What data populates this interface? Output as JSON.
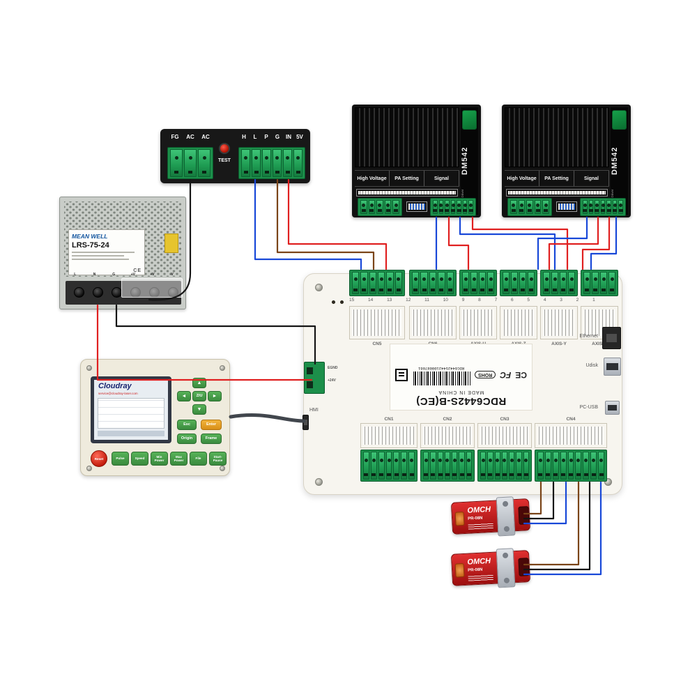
{
  "laser_psu": {
    "left_pins": [
      "FG",
      "AC",
      "AC"
    ],
    "right_pins": [
      "H",
      "L",
      "P",
      "G",
      "IN",
      "5V"
    ],
    "test_label": "TEST"
  },
  "driver": {
    "model": "DM542",
    "subtitle": "MicroStep Driver",
    "sections": [
      "High Voltage",
      "PA Setting",
      "Signal"
    ]
  },
  "psu": {
    "brand": "MEAN WELL",
    "model": "LRS-75-24",
    "ce_mark": "CE",
    "terminals": [
      "L",
      "N",
      "G",
      "+V",
      "+V",
      "-V"
    ]
  },
  "hmi": {
    "screen": {
      "brand": "Cloudray",
      "email": "service@cloudray-laser.com"
    },
    "keys": {
      "up": "▲",
      "down": "▼",
      "left": "◄",
      "right": "►",
      "zu": "Z/U",
      "esc": "Esc",
      "enter": "Enter",
      "origin": "Origin",
      "frame": "Frame",
      "reset": "Reset",
      "pulse": "Pulse",
      "speed": "Speed",
      "min_power": "Min Power",
      "max_power": "Max Power",
      "file": "File",
      "start_pause": "Start-Pause"
    }
  },
  "controller": {
    "model": "RDC6442S-B(EC)",
    "made_in": "MADE IN CHINA",
    "serial": "RDC6442S442100087061",
    "rohs": "ROHS",
    "fcc": "FC",
    "ce": "CE",
    "pin_numbers": "15 14 13 12 11 10 9 8 7 6 5 4 3 2 1",
    "top_groups": [
      "CN5",
      "CN6",
      "AXIS-U",
      "AXIS-Z",
      "AXIS-Y",
      "AXIS-X"
    ],
    "bottom_groups": [
      "CN1",
      "CN2",
      "CN3",
      "CN4"
    ],
    "power_pins": [
      "EGND",
      "+24V"
    ],
    "ports": {
      "ethernet": "Ethernet",
      "udisk": "Udisk",
      "pc_usb": "PC-USB",
      "hmi": "HMI"
    }
  },
  "sensor": {
    "brand": "OMCH",
    "model": "PR-08N"
  },
  "colors": {
    "wire_red": "#e02020",
    "wire_blue": "#1848d8",
    "wire_brown": "#7a4418",
    "wire_black": "#151515",
    "hmi_cable_gray": "#41464d",
    "terminal_green": "#22a155",
    "sensor_red": "#c01818",
    "hmi_key_green": "#3f9d44"
  }
}
